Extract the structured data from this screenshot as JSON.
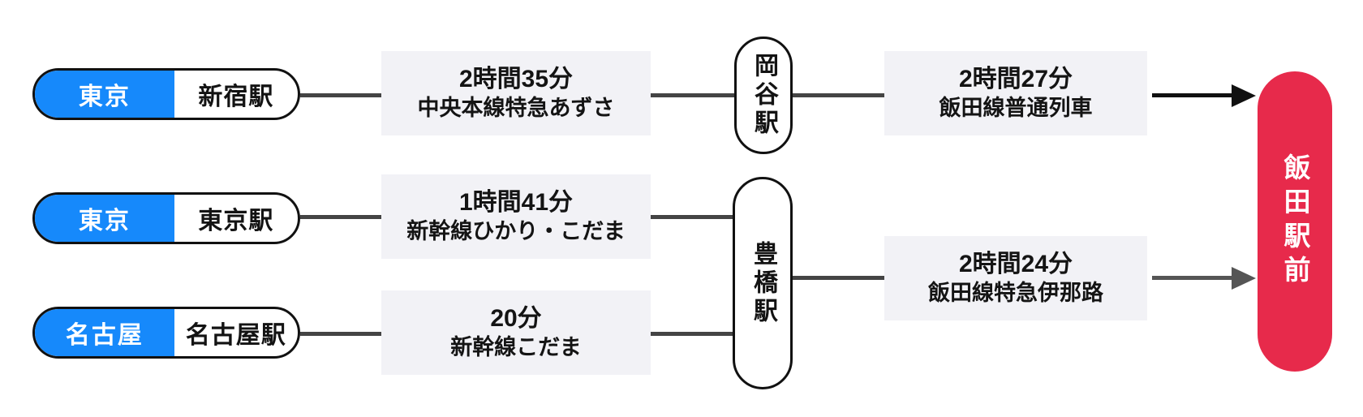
{
  "diagram": {
    "destination": {
      "label": "飯田駅前"
    },
    "hubs": [
      {
        "label": "岡谷駅"
      },
      {
        "label": "豊橋駅"
      }
    ],
    "origins": [
      {
        "area": "東京",
        "station": "新宿駅"
      },
      {
        "area": "東京",
        "station": "東京駅"
      },
      {
        "area": "名古屋",
        "station": "名古屋駅"
      }
    ],
    "legs": [
      {
        "duration": "2時間35分",
        "train": "中央本線特急あずさ"
      },
      {
        "duration": "1時間41分",
        "train": "新幹線ひかり・こだま"
      },
      {
        "duration": "20分",
        "train": "新幹線こだま"
      },
      {
        "duration": "2時間27分",
        "train": "飯田線普通列車"
      },
      {
        "duration": "2時間24分",
        "train": "飯田線特急伊那路"
      }
    ],
    "colors": {
      "area_badge_blue": "#1689FB",
      "destination_red": "#E72A4B",
      "leg_box_background": "#F2F2F6",
      "connector_gray": "#444444",
      "arrow_black": "#111111",
      "arrow_gray": "#555555"
    }
  }
}
